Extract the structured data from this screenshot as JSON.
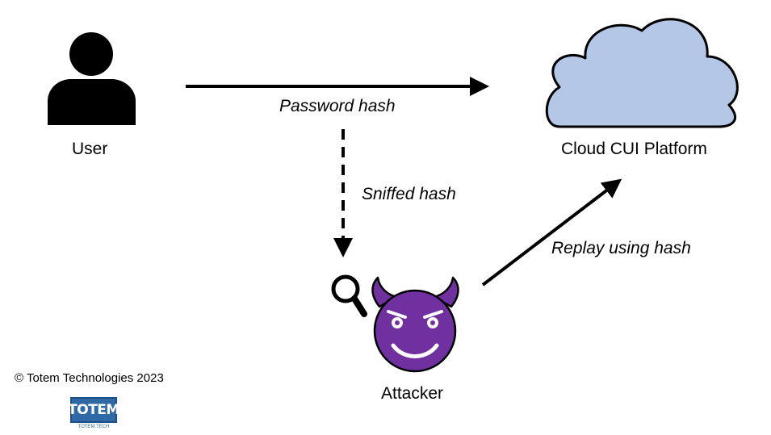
{
  "nodes": {
    "user": {
      "label": "User",
      "icon": "user-icon"
    },
    "cloud": {
      "label": "Cloud CUI Platform",
      "icon": "cloud-icon",
      "fill": "#b4c7e7"
    },
    "attacker": {
      "label": "Attacker",
      "icon": "devil-icon",
      "fill": "#7030a0"
    }
  },
  "edges": {
    "password": {
      "label": "Password hash",
      "from": "User",
      "to": "Cloud CUI Platform",
      "style": "solid"
    },
    "sniffed": {
      "label": "Sniffed hash",
      "to": "Attacker",
      "style": "dashed"
    },
    "replay": {
      "label": "Replay using hash",
      "from": "Attacker",
      "to": "Cloud CUI Platform",
      "style": "solid"
    }
  },
  "magnifier": {
    "icon": "magnifier-icon"
  },
  "footer": {
    "copyright": "© Totem Technologies 2023",
    "logo_text": "TOTEM",
    "logo_subtext": "TOTEM.TECH",
    "logo_color": "#2f6aa6"
  }
}
